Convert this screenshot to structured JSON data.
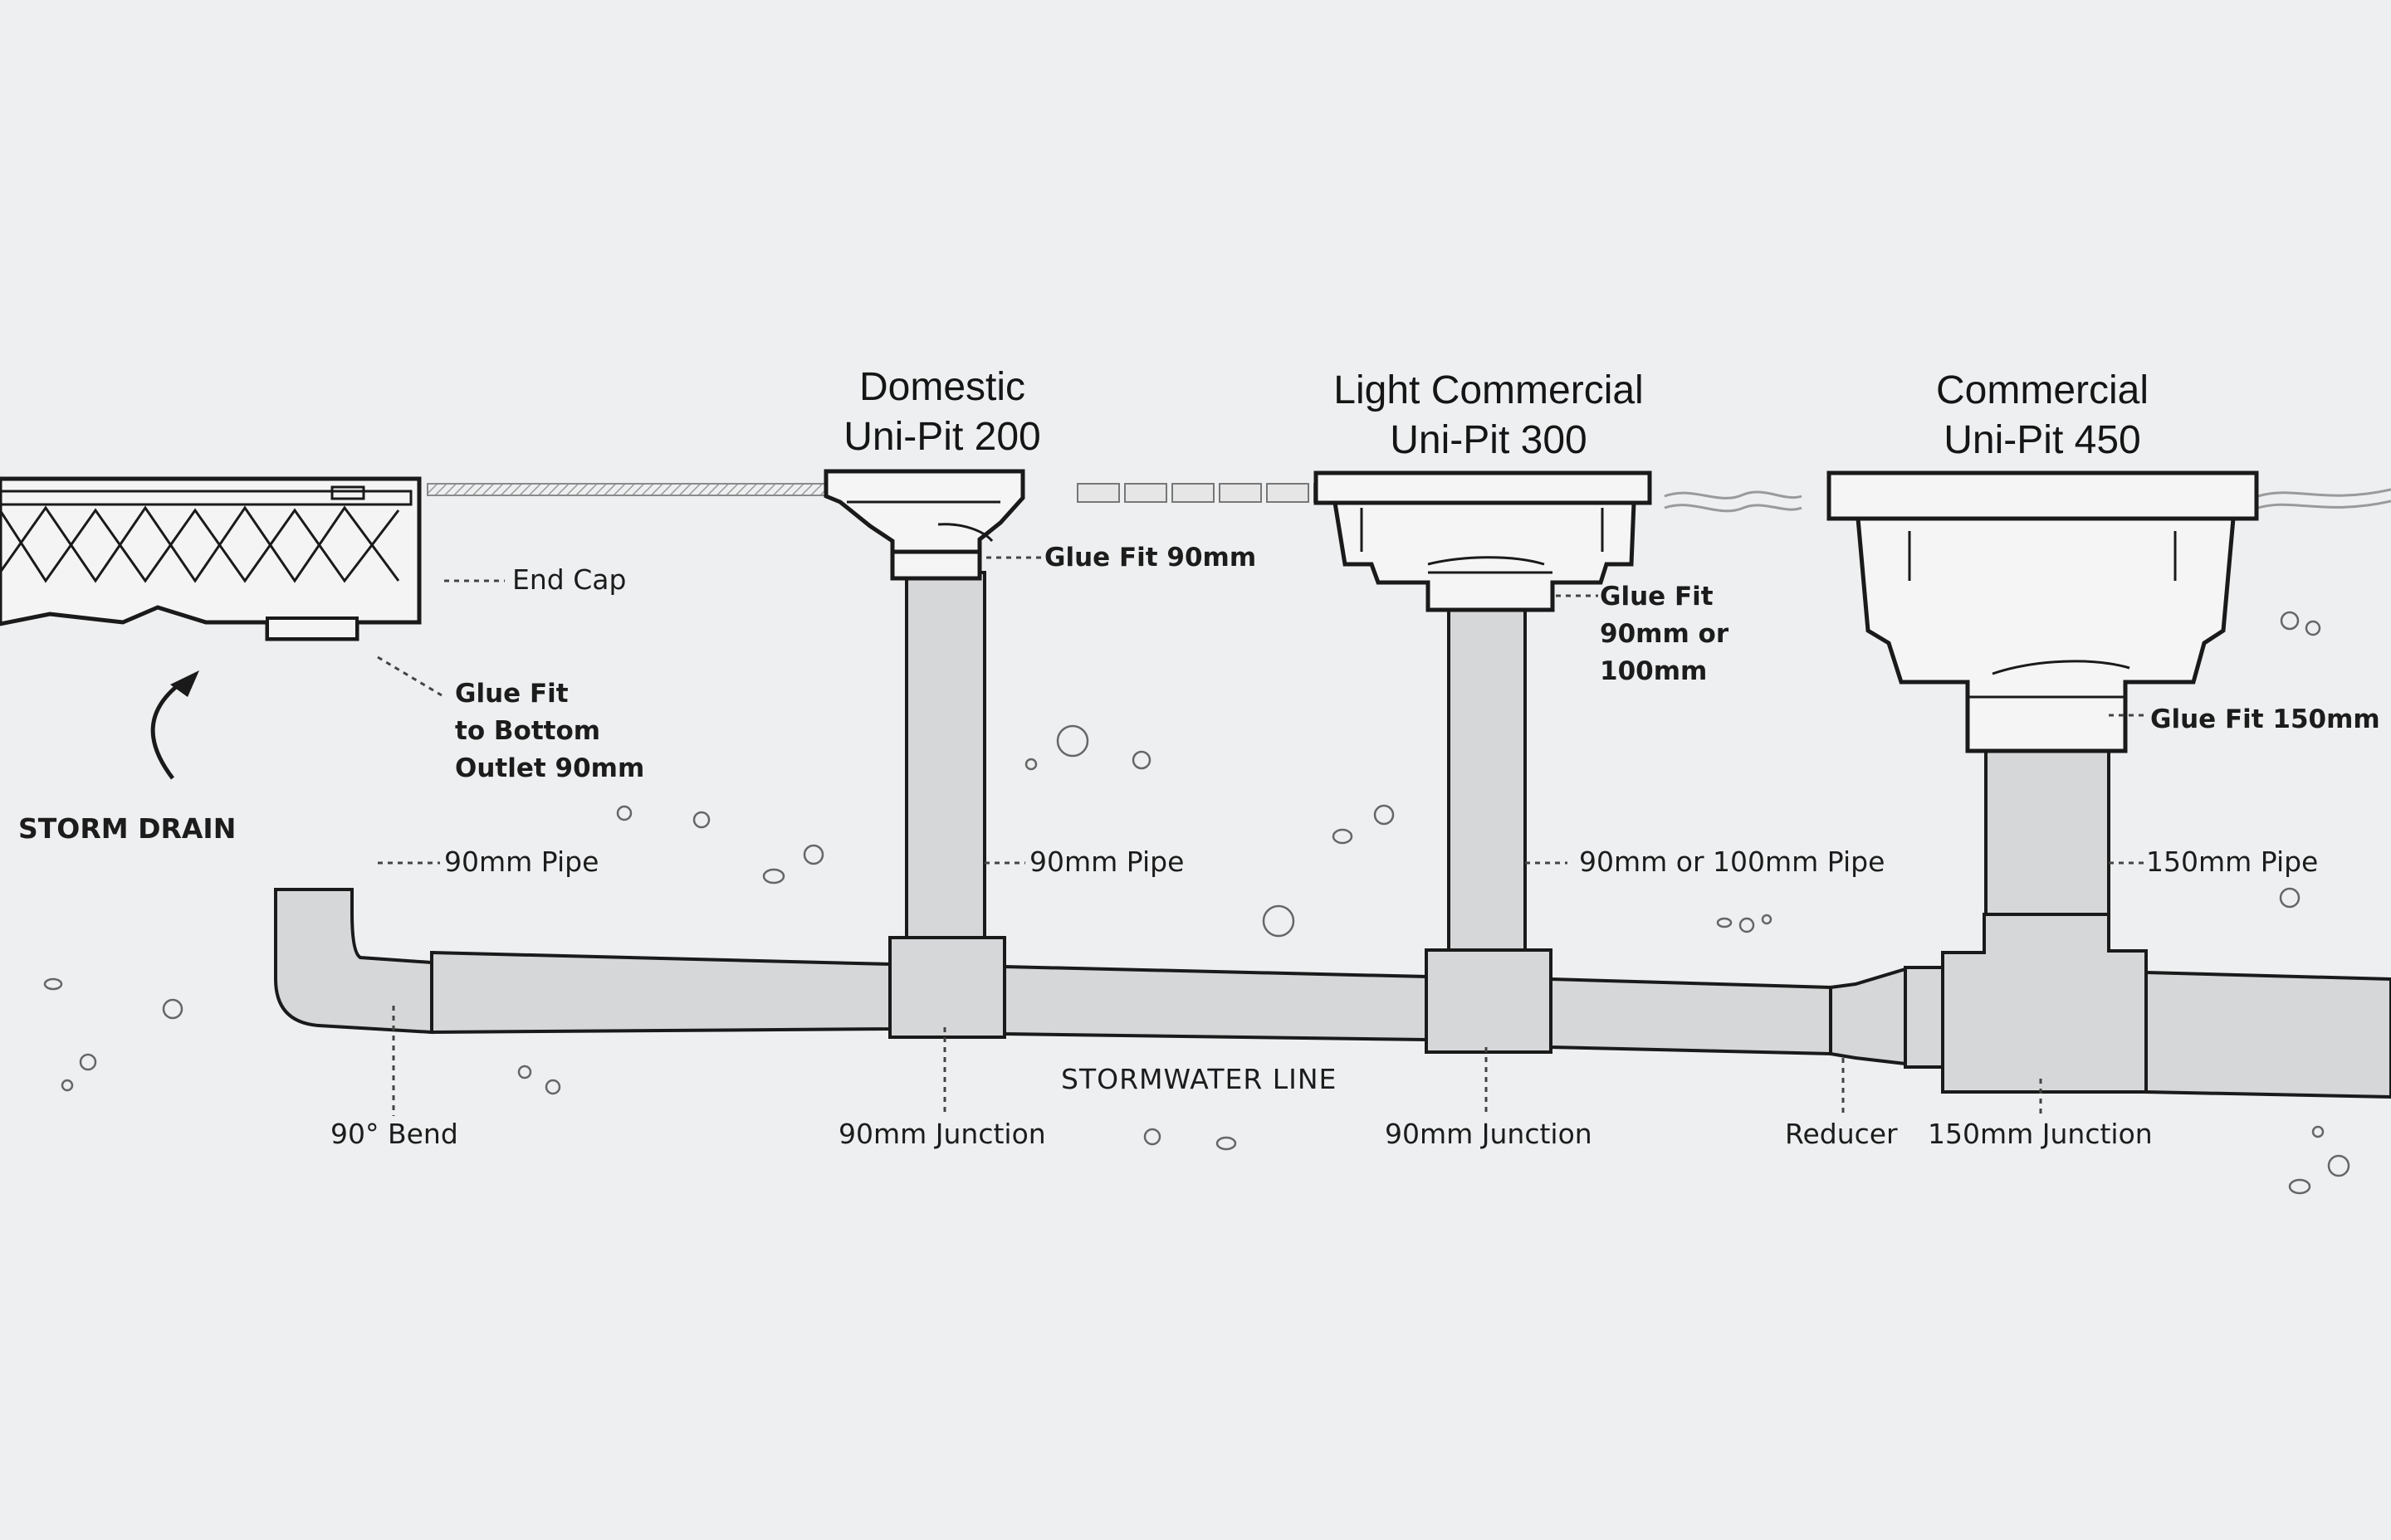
{
  "titles": {
    "domestic": [
      "Domestic",
      "Uni-Pit 200"
    ],
    "light_commercial": [
      "Light Commercial",
      "Uni-Pit 300"
    ],
    "commercial": [
      "Commercial",
      "Uni-Pit 450"
    ]
  },
  "labels": {
    "end_cap": "End Cap",
    "glue_fit_outlet": [
      "Glue Fit",
      "to Bottom",
      "Outlet 90mm"
    ],
    "storm_drain": "STORM DRAIN",
    "pipe_90_left": "90mm Pipe",
    "glue_fit_90": "Glue Fit 90mm",
    "pipe_90_mid": "90mm Pipe",
    "glue_fit_90_100": [
      "Glue Fit",
      "90mm or",
      "100mm"
    ],
    "pipe_90_100": "90mm or 100mm Pipe",
    "glue_fit_150": "Glue Fit 150mm",
    "pipe_150": "150mm Pipe",
    "stormwater_line": "STORMWATER LINE",
    "bend_90": "90° Bend",
    "junction_90_a": "90mm Junction",
    "junction_90_b": "90mm Junction",
    "reducer": "Reducer",
    "junction_150": "150mm Junction"
  },
  "colors": {
    "background": "#eeeff0",
    "pipe_fill": "#d6d7d9",
    "outline": "#1a1a1a",
    "pit_fill": "#f5f5f5"
  }
}
